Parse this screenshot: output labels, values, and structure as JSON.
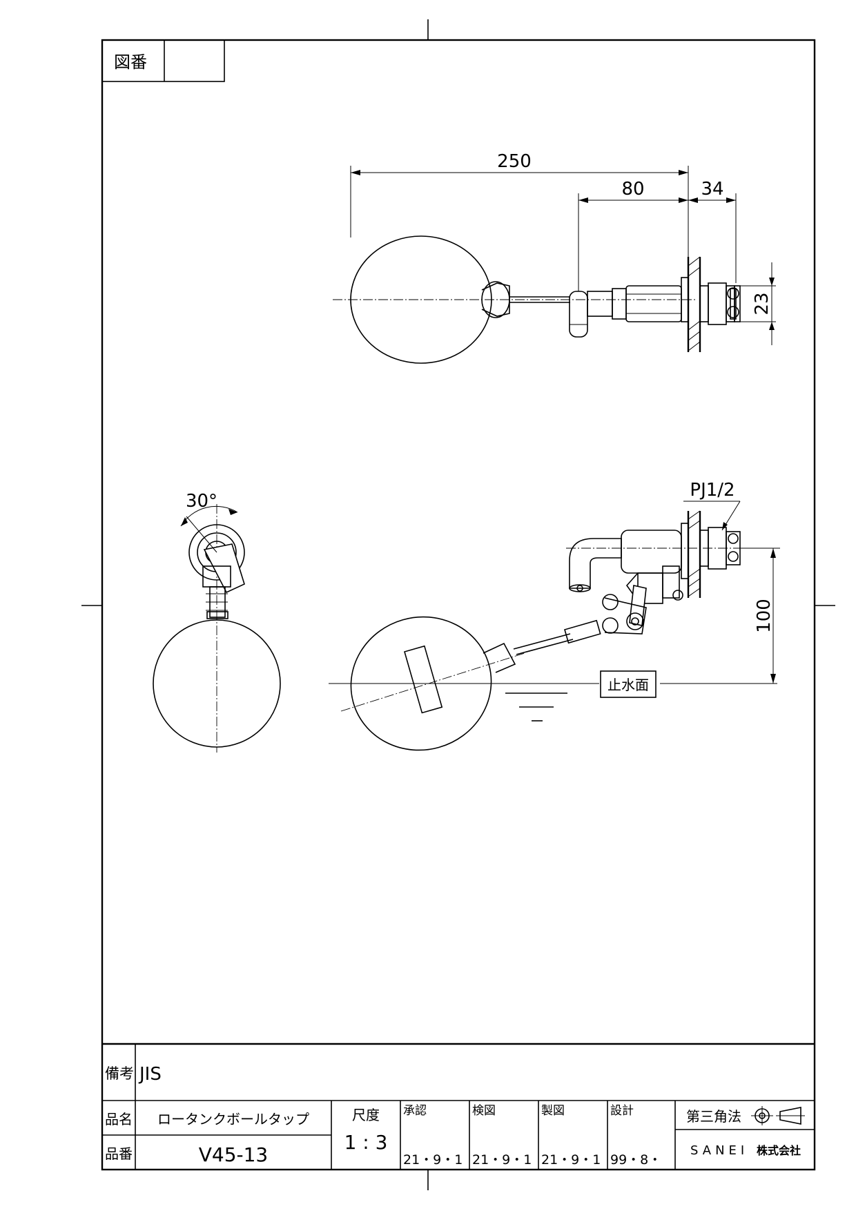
{
  "drawing_no": {
    "label": "図番",
    "value": ""
  },
  "dimensions": {
    "overall": "250",
    "body_length": "80",
    "nut": "34",
    "nut_width": "23",
    "angle": "30°",
    "thread": "PJ1/2",
    "water_height": "100",
    "water_level_label": "止水面"
  },
  "title_block": {
    "remarks_label": "備考",
    "remarks_value": "JIS",
    "product_name_label": "品名",
    "product_name": "ロータンクボールタップ",
    "product_no_label": "品番",
    "product_no": "V45-13",
    "scale_label": "尺度",
    "scale": "1 : 3",
    "approval_label": "承認",
    "approval_date": "21・9・1",
    "check_label": "検図",
    "check_date": "21・9・1",
    "draft_label": "製図",
    "draft_date": "21・9・1",
    "design_label": "設計",
    "design_date": "99・8・",
    "projection_label": "第三角法",
    "company_brand": "SANEI",
    "company_suffix": "株式会社"
  }
}
